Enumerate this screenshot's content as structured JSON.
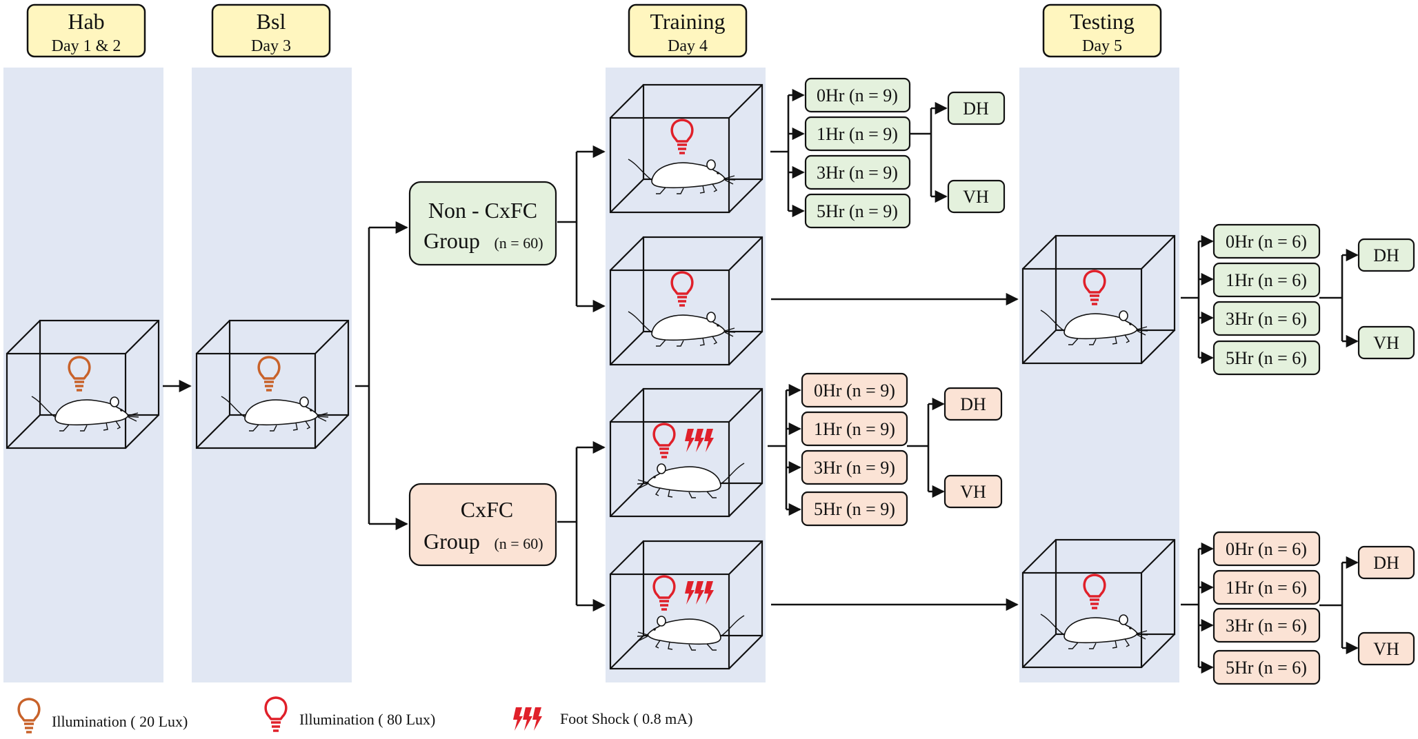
{
  "stages": [
    {
      "title": "Hab",
      "day": "Day 1 & 2"
    },
    {
      "title": "Bsl",
      "day": "Day 3"
    },
    {
      "title": "Training",
      "day": "Day 4"
    },
    {
      "title": "Testing",
      "day": "Day 5"
    }
  ],
  "groups": {
    "noncxfc": {
      "line1": "Non - CxFC",
      "line2": "Group",
      "n": "(n = 60)"
    },
    "cxfc": {
      "line1": "CxFC",
      "line2": "Group",
      "n": "(n = 60)"
    }
  },
  "timepoints_training": [
    "0Hr (n = 9)",
    "1Hr (n = 9)",
    "3Hr (n = 9)",
    "5Hr (n = 9)"
  ],
  "timepoints_testing": [
    "0Hr (n = 6)",
    "1Hr (n = 6)",
    "3Hr (n = 6)",
    "5Hr (n = 6)"
  ],
  "regions": [
    "DH",
    "VH"
  ],
  "legend": [
    {
      "icon": "bulb-orange-icon",
      "label": "Illumination ( 20 Lux)"
    },
    {
      "icon": "bulb-red-icon",
      "label": "Illumination ( 80 Lux)"
    },
    {
      "icon": "foot-shock-icon",
      "label": "Foot Shock  ( 0.8 mA)"
    }
  ],
  "colors": {
    "stage_header": "#fff6bf",
    "panel": "#e1e7f3",
    "non_cxfc": "#e4f1dd",
    "cxfc": "#fbe3d5",
    "bulb_20_lux": "#c8622a",
    "bulb_80_lux": "#e0202a",
    "shock": "#e0202a"
  }
}
